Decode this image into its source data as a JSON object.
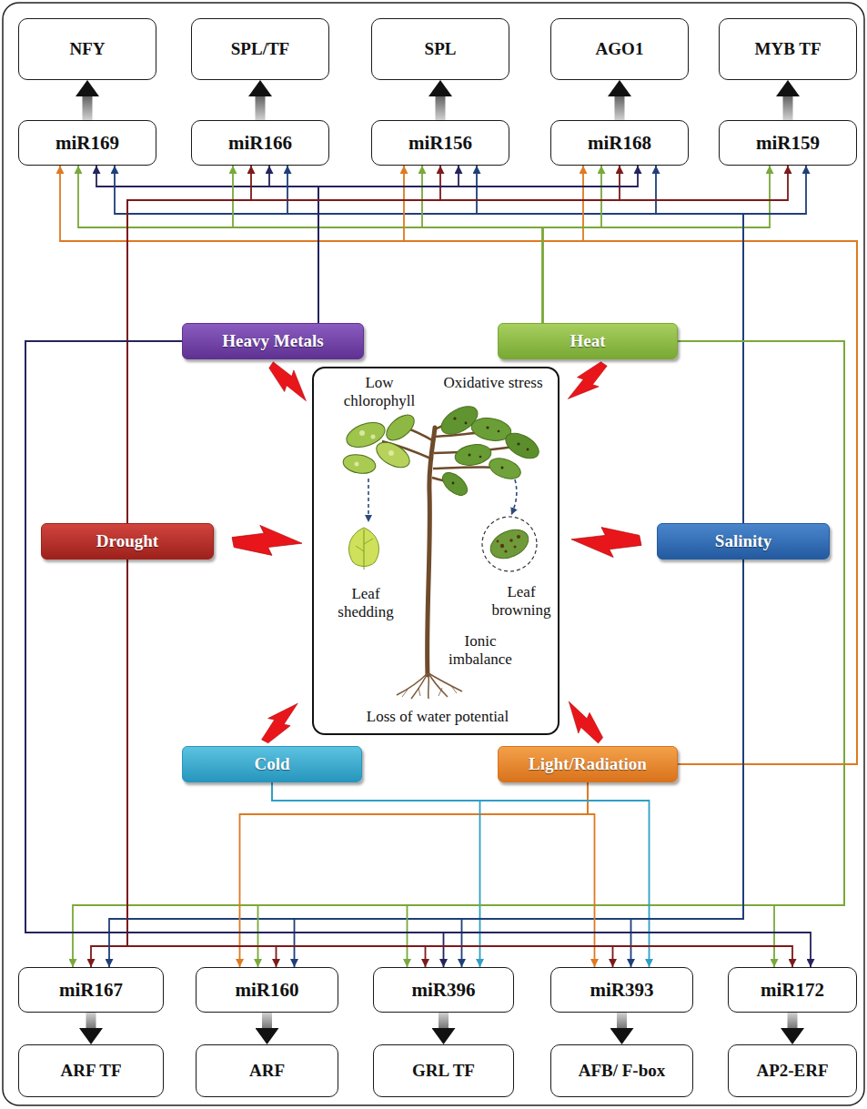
{
  "diagram": {
    "nodes": [
      {
        "text": [
          "NFY"
        ]
      },
      {
        "text": [
          "SPL/TF"
        ]
      },
      {
        "text": [
          "SPL"
        ]
      },
      {
        "text": [
          "AGO1"
        ]
      },
      {
        "text": [
          "MYB TF"
        ]
      },
      {
        "text": [
          "miR169"
        ]
      },
      {
        "text": [
          "miR166"
        ]
      },
      {
        "text": [
          "miR156"
        ]
      },
      {
        "text": [
          "miR168"
        ]
      },
      {
        "text": [
          "miR159"
        ]
      },
      {
        "text": [
          "Heavy Metals"
        ]
      },
      {
        "text": [
          "Heat"
        ]
      },
      {
        "text": [
          "Drought"
        ]
      },
      {
        "text": [
          "Low chlorophyll",
          "Oxidative stress",
          "Leaf shedding",
          "Leaf browning",
          "Ionic imbalance",
          "Loss of water potential"
        ]
      },
      {
        "text": [
          "Salinity"
        ]
      },
      {
        "text": [
          "Cold"
        ]
      },
      {
        "text": [
          "Light/Radiation"
        ]
      },
      {
        "text": [
          "miR167"
        ]
      },
      {
        "text": [
          "miR160"
        ]
      },
      {
        "text": [
          "miR396"
        ]
      },
      {
        "text": [
          "miR393"
        ]
      },
      {
        "text": [
          "miR172"
        ]
      },
      {
        "text": [
          "ARF TF"
        ]
      },
      {
        "text": [
          "ARF"
        ]
      },
      {
        "text": [
          "GRL TF"
        ]
      },
      {
        "text": [
          "AFB/ F-box"
        ]
      },
      {
        "text": [
          "AP2-ERF"
        ]
      }
    ],
    "edges": [
      {
        "from": 16,
        "to": 5,
        "arrow": "to"
      },
      {
        "from": 10,
        "to": 5,
        "arrow": "to"
      },
      {
        "from": 11,
        "to": 5,
        "arrow": "to"
      },
      {
        "from": 14,
        "to": 5,
        "arrow": "to"
      },
      {
        "from": 11,
        "to": 6,
        "arrow": "to"
      },
      {
        "from": 12,
        "to": 6,
        "arrow": "to"
      },
      {
        "from": 10,
        "to": 6,
        "arrow": "to"
      },
      {
        "from": 14,
        "to": 6,
        "arrow": "to"
      },
      {
        "from": 16,
        "to": 7,
        "arrow": "to"
      },
      {
        "from": 11,
        "to": 7,
        "arrow": "to"
      },
      {
        "from": 12,
        "to": 7,
        "arrow": "to"
      },
      {
        "from": 10,
        "to": 7,
        "arrow": "to"
      },
      {
        "from": 14,
        "to": 7,
        "arrow": "to"
      },
      {
        "from": 16,
        "to": 8,
        "arrow": "to"
      },
      {
        "from": 11,
        "to": 8,
        "arrow": "to"
      },
      {
        "from": 12,
        "to": 8,
        "arrow": "to"
      },
      {
        "from": 10,
        "to": 8,
        "arrow": "to"
      },
      {
        "from": 14,
        "to": 8,
        "arrow": "to"
      },
      {
        "from": 11,
        "to": 9,
        "arrow": "to"
      },
      {
        "from": 12,
        "to": 9,
        "arrow": "to"
      },
      {
        "from": 14,
        "to": 9,
        "arrow": "to"
      },
      {
        "from": 11,
        "to": 17,
        "arrow": "to"
      },
      {
        "from": 12,
        "to": 17,
        "arrow": "to"
      },
      {
        "from": 14,
        "to": 17,
        "arrow": "to"
      },
      {
        "from": 16,
        "to": 18,
        "arrow": "to"
      },
      {
        "from": 11,
        "to": 18,
        "arrow": "to"
      },
      {
        "from": 12,
        "to": 18,
        "arrow": "to"
      },
      {
        "from": 14,
        "to": 18,
        "arrow": "to"
      },
      {
        "from": 15,
        "to": 19,
        "arrow": "to"
      },
      {
        "from": 11,
        "to": 19,
        "arrow": "to"
      },
      {
        "from": 12,
        "to": 19,
        "arrow": "to"
      },
      {
        "from": 10,
        "to": 19,
        "arrow": "to"
      },
      {
        "from": 14,
        "to": 19,
        "arrow": "to"
      },
      {
        "from": 16,
        "to": 20,
        "arrow": "to"
      },
      {
        "from": 15,
        "to": 20,
        "arrow": "to"
      },
      {
        "from": 12,
        "to": 20,
        "arrow": "to"
      },
      {
        "from": 14,
        "to": 20,
        "arrow": "to"
      },
      {
        "from": 11,
        "to": 21,
        "arrow": "to"
      },
      {
        "from": 12,
        "to": 21,
        "arrow": "to"
      },
      {
        "from": 10,
        "to": 21,
        "arrow": "to"
      },
      {
        "from": 5,
        "to": 0,
        "arrow": "to"
      },
      {
        "from": 6,
        "to": 1,
        "arrow": "to"
      },
      {
        "from": 7,
        "to": 2,
        "arrow": "to"
      },
      {
        "from": 8,
        "to": 3,
        "arrow": "to"
      },
      {
        "from": 9,
        "to": 4,
        "arrow": "to"
      },
      {
        "from": 17,
        "to": 22,
        "arrow": "to"
      },
      {
        "from": 18,
        "to": 23,
        "arrow": "to"
      },
      {
        "from": 19,
        "to": 24,
        "arrow": "to"
      },
      {
        "from": 20,
        "to": 25,
        "arrow": "to"
      },
      {
        "from": 21,
        "to": 26,
        "arrow": "to"
      }
    ]
  }
}
